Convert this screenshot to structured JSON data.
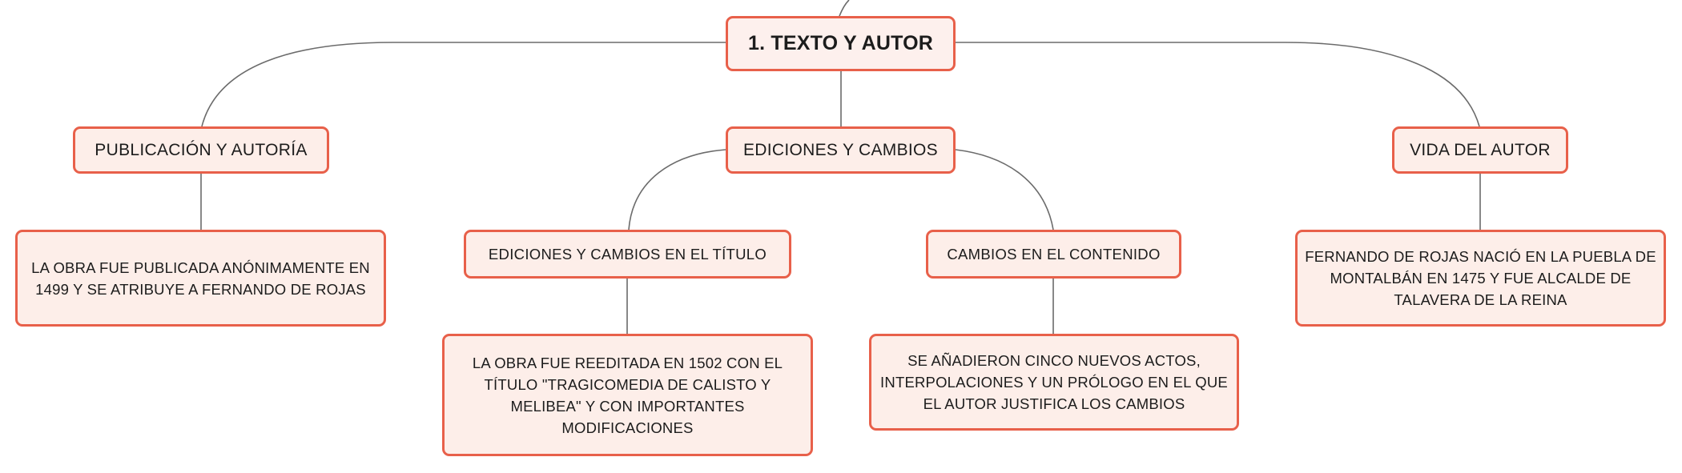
{
  "diagram": {
    "root": {
      "label": "1. TEXTO Y AUTOR"
    },
    "branches": {
      "publicacion": {
        "label": "PUBLICACIÓN Y AUTORÍA",
        "detail": "LA OBRA FUE PUBLICADA ANÓNIMAMENTE EN 1499 Y SE ATRIBUYE A FERNANDO DE ROJAS"
      },
      "ediciones": {
        "label": "EDICIONES Y CAMBIOS",
        "children": {
          "titulo": {
            "label": "EDICIONES Y CAMBIOS EN EL TÍTULO",
            "detail": "LA OBRA FUE REEDITADA EN 1502 CON EL TÍTULO \"TRAGICOMEDIA DE CALISTO Y MELIBEA\" Y CON IMPORTANTES MODIFICACIONES"
          },
          "contenido": {
            "label": "CAMBIOS EN EL CONTENIDO",
            "detail": "SE AÑADIERON CINCO NUEVOS ACTOS, INTERPOLACIONES Y UN PRÓLOGO EN EL QUE EL AUTOR JUSTIFICA LOS CAMBIOS"
          }
        }
      },
      "vida": {
        "label": "VIDA DEL AUTOR",
        "detail": "FERNANDO DE ROJAS NACIÓ EN LA PUEBLA DE MONTALBÁN EN 1475 Y FUE ALCALDE DE TALAVERA DE LA REINA"
      }
    }
  },
  "colors": {
    "node_border": "#e8604a",
    "node_fill": "#fdeee9",
    "connector": "#6b6b6b",
    "text": "#1c1c1c"
  }
}
